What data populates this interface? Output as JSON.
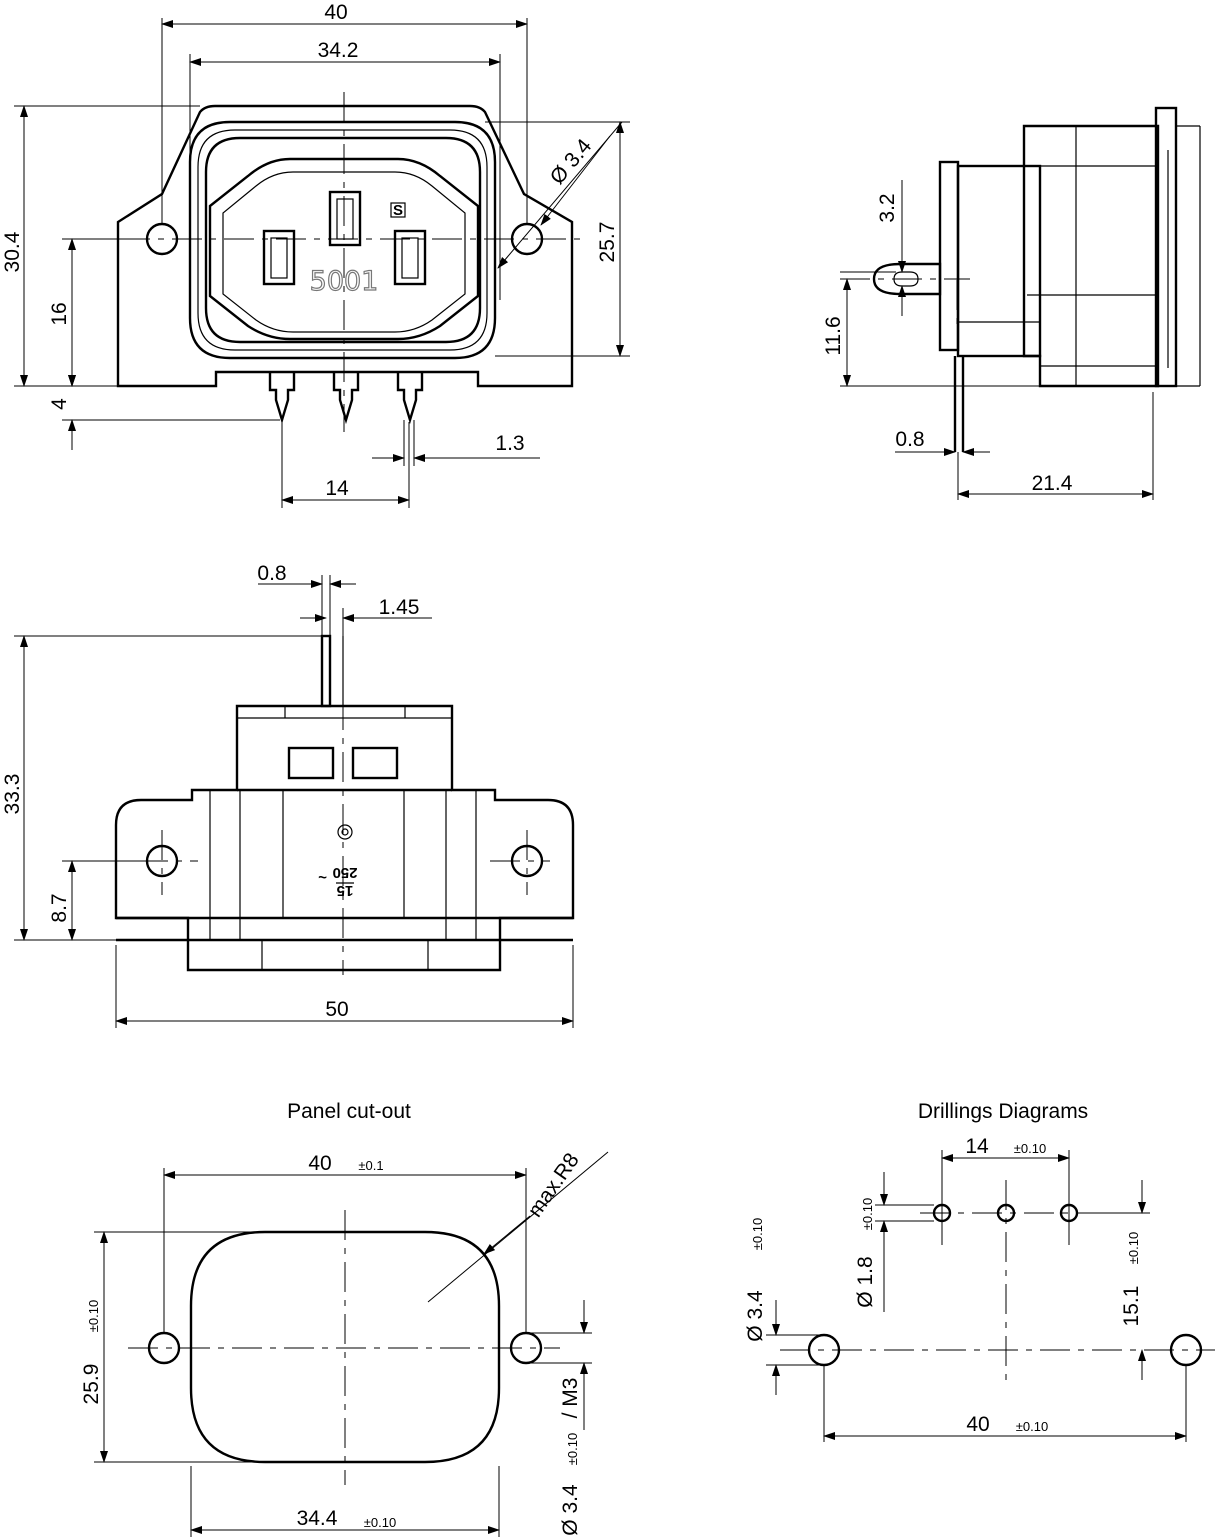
{
  "views": {
    "front": {
      "dims": {
        "width_total": "40",
        "width_flange": "34.2",
        "height_total": "30.4",
        "height_socket": "25.7",
        "height_hole": "16",
        "pin_length": "4",
        "hole_diameter": "Ø 3.4",
        "pin_pitch": "14",
        "pin_width": "1.3"
      },
      "marking": "5001"
    },
    "side": {
      "dims": {
        "eye_height": "3.2",
        "eye_position": "11.6",
        "pin_thickness": "0.8",
        "depth": "21.4"
      }
    },
    "bottom": {
      "dims": {
        "pin_thickness": "0.8",
        "pin_offset": "1.45",
        "height_total": "33.3",
        "hole_height": "8.7",
        "width_total": "50"
      },
      "rating": {
        "current": "15",
        "voltage": "250",
        "symbol": "~"
      }
    }
  },
  "panel_cutout": {
    "title": "Panel cut-out",
    "width": {
      "value": "40",
      "tol": "±0.1"
    },
    "width_bottom": {
      "value": "34.4",
      "tol": "±0.10"
    },
    "height": {
      "value": "25.9",
      "tol": "±0.10"
    },
    "radius": "max.R8",
    "hole": {
      "value": "Ø 3.4",
      "tol": "±0.10",
      "suffix": "/ M3"
    }
  },
  "drillings": {
    "title": "Drillings Diagrams",
    "pitch": {
      "value": "14",
      "tol": "±0.10"
    },
    "pin_hole": {
      "value": "Ø 1.8",
      "tol": "±0.10"
    },
    "mount_hole": {
      "value": "Ø 3.4",
      "tol": "±0.10"
    },
    "offset": {
      "value": "15.1",
      "tol": "±0.10"
    },
    "spacing": {
      "value": "40",
      "tol": "±0.10"
    }
  }
}
